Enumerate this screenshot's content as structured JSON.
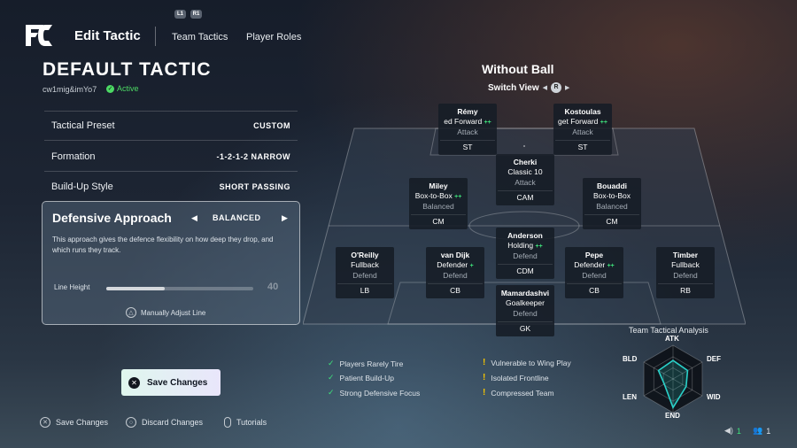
{
  "header": {
    "title": "Edit Tactic",
    "tabs": [
      {
        "label": "Team Tactics"
      },
      {
        "label": "Player Roles"
      }
    ],
    "shoulder_left": "L1",
    "shoulder_right": "R1"
  },
  "tactic": {
    "name": "DEFAULT TACTIC",
    "code": "cw1mig&imYo7",
    "status": "Active"
  },
  "settings": [
    {
      "label": "Tactical Preset",
      "value": "CUSTOM"
    },
    {
      "label": "Formation",
      "value": "-1-2-1-2 NARROW"
    },
    {
      "label": "Build-Up Style",
      "value": "SHORT PASSING"
    }
  ],
  "defensive": {
    "title": "Defensive Approach",
    "value": "BALANCED",
    "description": "This approach gives the defence flexibility on how deep they drop, and which runs they track.",
    "line_label": "Line Height",
    "line_value": "40",
    "line_fraction": 0.4,
    "manual_adjust": "Manually Adjust Line"
  },
  "save_button": "Save Changes",
  "footer": {
    "save": "Save Changes",
    "discard": "Discard Changes",
    "tutorials": "Tutorials"
  },
  "pitch_view": {
    "title": "Without Ball",
    "switch_view": "Switch View",
    "switch_key": "R"
  },
  "players": [
    {
      "name": "Rémy",
      "role": "ed Forward",
      "plus": "++",
      "focus": "Attack",
      "pos": "ST"
    },
    {
      "name": "Kostoulas",
      "role": "get Forward",
      "plus": "++",
      "focus": "Attack",
      "pos": "ST"
    },
    {
      "name": "Cherki",
      "role": "Classic 10",
      "plus": "",
      "focus": "Attack",
      "pos": "CAM"
    },
    {
      "name": "Miley",
      "role": "Box-to-Box",
      "plus": "++",
      "focus": "Balanced",
      "pos": "CM"
    },
    {
      "name": "Bouaddi",
      "role": "Box-to-Box",
      "plus": "",
      "focus": "Balanced",
      "pos": "CM"
    },
    {
      "name": "Anderson",
      "role": "Holding",
      "plus": "++",
      "focus": "Defend",
      "pos": "CDM"
    },
    {
      "name": "O'Reilly",
      "role": "Fullback",
      "plus": "",
      "focus": "Defend",
      "pos": "LB"
    },
    {
      "name": "van Dijk",
      "role": "Defender",
      "plus": "+",
      "focus": "Defend",
      "pos": "CB"
    },
    {
      "name": "Pepe",
      "role": "Defender",
      "plus": "++",
      "focus": "Defend",
      "pos": "CB"
    },
    {
      "name": "Timber",
      "role": "Fullback",
      "plus": "",
      "focus": "Defend",
      "pos": "RB"
    },
    {
      "name": "Mamardashvi",
      "role": "Goalkeeper",
      "plus": "",
      "focus": "Defend",
      "pos": "GK"
    }
  ],
  "attributes": {
    "positive": [
      "Players Rarely Tire",
      "Patient Build-Up",
      "Strong Defensive Focus"
    ],
    "negative": [
      "Vulnerable to Wing Play",
      "Isolated Frontline",
      "Compressed Team"
    ]
  },
  "radar": {
    "title": "Team Tactical Analysis",
    "labels": [
      "ATK",
      "DEF",
      "WID",
      "END",
      "LEN",
      "BLD"
    ],
    "values": [
      0.55,
      0.5,
      0.45,
      0.85,
      0.3,
      0.5
    ],
    "accent": "#2ad1c9"
  },
  "status": {
    "left_count": "1",
    "right_count": "1"
  },
  "colors": {
    "positive": "#3ee07a",
    "warning": "#f5c400",
    "active": "#4cd964"
  }
}
